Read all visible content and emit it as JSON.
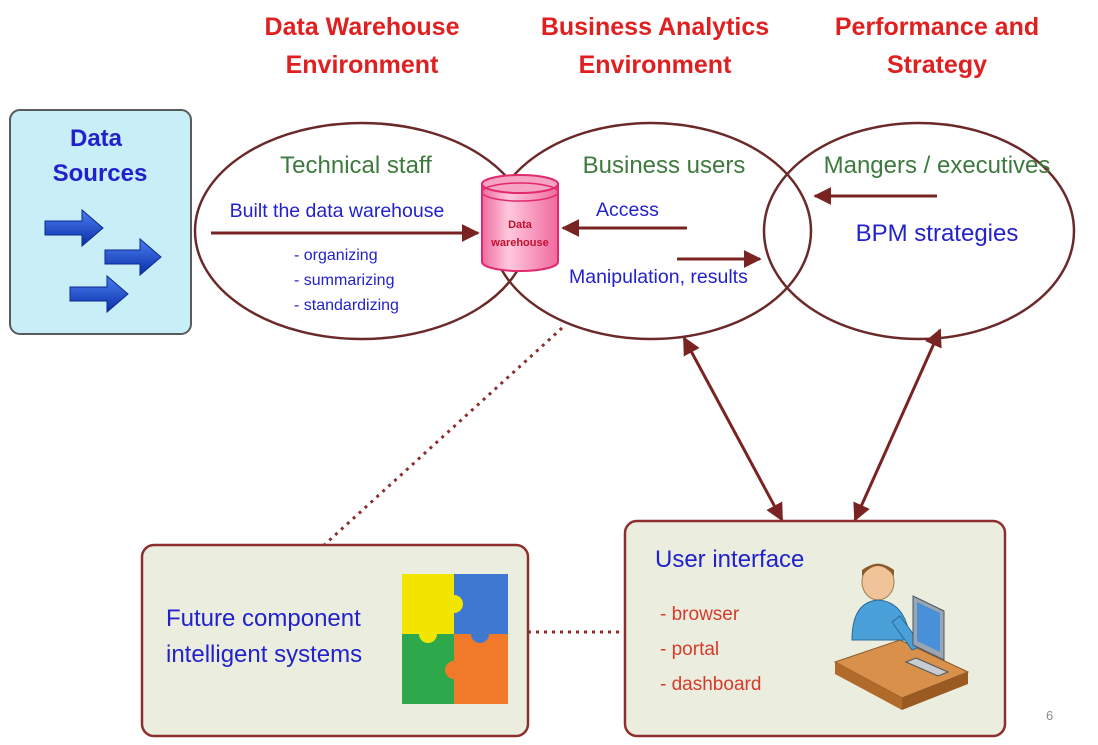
{
  "headers": {
    "dw": [
      "Data Warehouse",
      "Environment"
    ],
    "ba": [
      "Business Analytics",
      "Environment"
    ],
    "ps": [
      "Performance and",
      "Strategy"
    ]
  },
  "data_sources": [
    "Data",
    "Sources"
  ],
  "technical": {
    "title": "Technical staff",
    "built": "Built the data warehouse",
    "steps": [
      "- organizing",
      "- summarizing",
      "- standardizing"
    ]
  },
  "datawarehouse": [
    "Data",
    "warehouse"
  ],
  "business": {
    "title": "Business users",
    "access": "Access",
    "manipulation": "Manipulation, results"
  },
  "managers": {
    "title": "Mangers / executives",
    "bpm": "BPM strategies"
  },
  "user_interface": {
    "title": "User interface",
    "items": [
      "- browser",
      "- portal",
      "- dashboard"
    ]
  },
  "future": [
    "Future component",
    "intelligent systems"
  ],
  "page_number": "6",
  "colors": {
    "header_red": "#e02020",
    "green": "#3d7a3d",
    "blue": "#2222cc",
    "dark_red": "#8b2f2f",
    "ui_red": "#d63a2a",
    "ds_fill": "#c8eef8",
    "box_fill": "#ebeedf",
    "db_pink": "#f7a3c4",
    "db_stroke": "#e02a6a"
  }
}
